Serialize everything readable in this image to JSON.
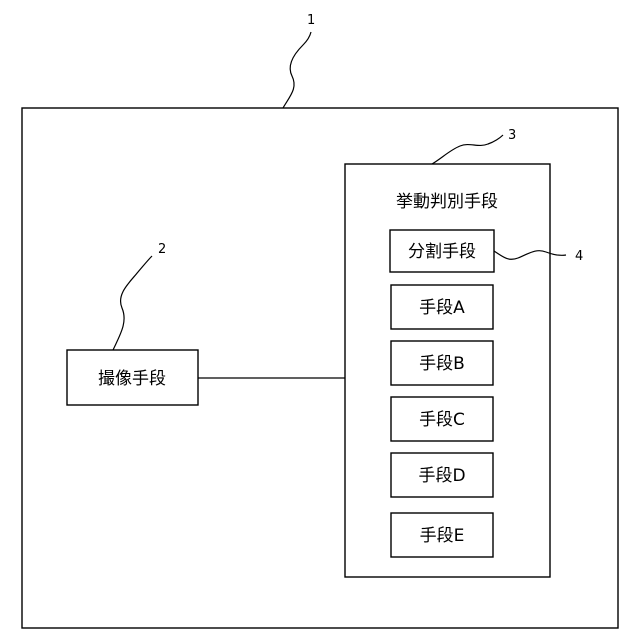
{
  "refs": {
    "system": "1",
    "imaging": "2",
    "behavior": "3",
    "division": "4"
  },
  "imaging_unit": {
    "label": "撮像手段"
  },
  "behavior_unit": {
    "label": "挙動判別手段",
    "division_label": "分割手段",
    "sub_units": [
      "手段A",
      "手段B",
      "手段C",
      "手段D",
      "手段E"
    ]
  }
}
